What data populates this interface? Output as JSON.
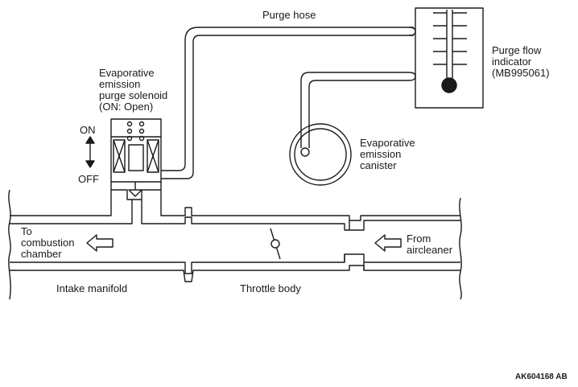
{
  "labels": {
    "purge_hose": "Purge hose",
    "purge_flow_indicator": [
      "Purge flow",
      "indicator",
      "(MB995061)"
    ],
    "purge_solenoid": [
      "Evaporative",
      "emission",
      "purge solenoid",
      "(ON: Open)"
    ],
    "on": "ON",
    "off": "OFF",
    "canister": [
      "Evaporative",
      "emission",
      "canister"
    ],
    "to_combustion_chamber": [
      "To",
      "combustion",
      "chamber"
    ],
    "from_aircleaner": [
      "From",
      "aircleaner"
    ],
    "intake_manifold": "Intake manifold",
    "throttle_body": "Throttle body",
    "figure_code": "AK604168 AB"
  }
}
